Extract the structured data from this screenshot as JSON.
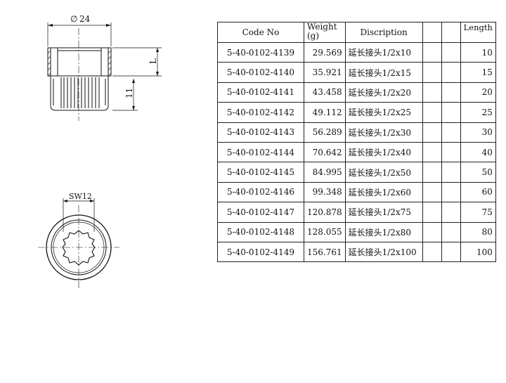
{
  "drawing": {
    "dim_diameter": "24",
    "diameter_symbol": "∅",
    "dim_length": "L",
    "dim_thread": "11",
    "dim_wrench": "SW12"
  },
  "table": {
    "headers": {
      "code": "Code No",
      "weight_line1": "Weight",
      "weight_line2": "(g)",
      "description": "Discription",
      "length": "Length"
    },
    "rows": [
      {
        "code": "5-40-0102-4139",
        "weight": "29.569",
        "description": "延长接头1/2x10",
        "length": "10"
      },
      {
        "code": "5-40-0102-4140",
        "weight": "35.921",
        "description": "延长接头1/2x15",
        "length": "15"
      },
      {
        "code": "5-40-0102-4141",
        "weight": "43.458",
        "description": "延长接头1/2x20",
        "length": "20"
      },
      {
        "code": "5-40-0102-4142",
        "weight": "49.112",
        "description": "延长接头1/2x25",
        "length": "25"
      },
      {
        "code": "5-40-0102-4143",
        "weight": "56.289",
        "description": "延长接头1/2x30",
        "length": "30"
      },
      {
        "code": "5-40-0102-4144",
        "weight": "70.642",
        "description": "延长接头1/2x40",
        "length": "40"
      },
      {
        "code": "5-40-0102-4145",
        "weight": "84.995",
        "description": "延长接头1/2x50",
        "length": "50"
      },
      {
        "code": "5-40-0102-4146",
        "weight": "99.348",
        "description": "延长接头1/2x60",
        "length": "60"
      },
      {
        "code": "5-40-0102-4147",
        "weight": "120.878",
        "description": "延长接头1/2x75",
        "length": "75"
      },
      {
        "code": "5-40-0102-4148",
        "weight": "128.055",
        "description": "延长接头1/2x80",
        "length": "80"
      },
      {
        "code": "5-40-0102-4149",
        "weight": "156.761",
        "description": "延长接头1/2x100",
        "length": "100"
      }
    ]
  }
}
